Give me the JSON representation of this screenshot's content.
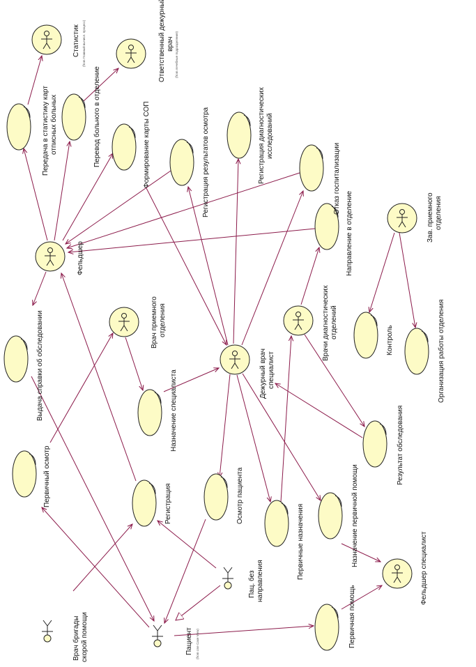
{
  "actors": {
    "statistician": {
      "name": "Статистик",
      "note": "(from Главный вычисл. процесс)"
    },
    "duty_doctor_ward": {
      "name": "Ответственный дежурный врач",
      "note": "(from лечебные подразделения)"
    },
    "feldsher": {
      "name": "Фельдшер"
    },
    "head_admission": {
      "name": "Зав. приемного отделения"
    },
    "admission_doctor": {
      "name": "Врач приемного отделения"
    },
    "duty_specialist": {
      "name": "Дежурный врач специалист"
    },
    "diagnostic_doctors": {
      "name": "Врачи диагностических отделений"
    },
    "feldsher_specialist": {
      "name": "Фельдшер специалист"
    },
    "patient": {
      "name": "Пациент",
      "note": "(from Use Case View)"
    },
    "patient_no_referral": {
      "name": "Пац. без направления"
    },
    "ambulance_doctor": {
      "name": "Врач бригады скорой помощи"
    }
  },
  "use_cases": {
    "transfer_stat_card": "Передача в статистику карт отписных больных",
    "transfer_patient": "Перевод больного в отделение",
    "sop_card": "Формирование карты СОП",
    "exam_results_reg": "Регистрация результатов осмотра",
    "diag_results_reg": "Регистрация диагностических исследований",
    "refusal": "Отказ госпитализации",
    "referral_ward": "Направление в отделение",
    "issue_certificate": "Выдача справки об обследовании",
    "assign_specialist": "Назначение специалиста",
    "initial_exam": "Первичный осмотр",
    "registration": "Регистрация",
    "patient_exam": "Осмотр пациента",
    "initial_assignments": "Первичные назначения",
    "first_aid_assign": "Назначение первичной помощи",
    "exam_result": "Результат обследования",
    "control": "Контроль",
    "dept_organization": "Организация работы отделения",
    "first_aid": "Первичная помощь"
  }
}
